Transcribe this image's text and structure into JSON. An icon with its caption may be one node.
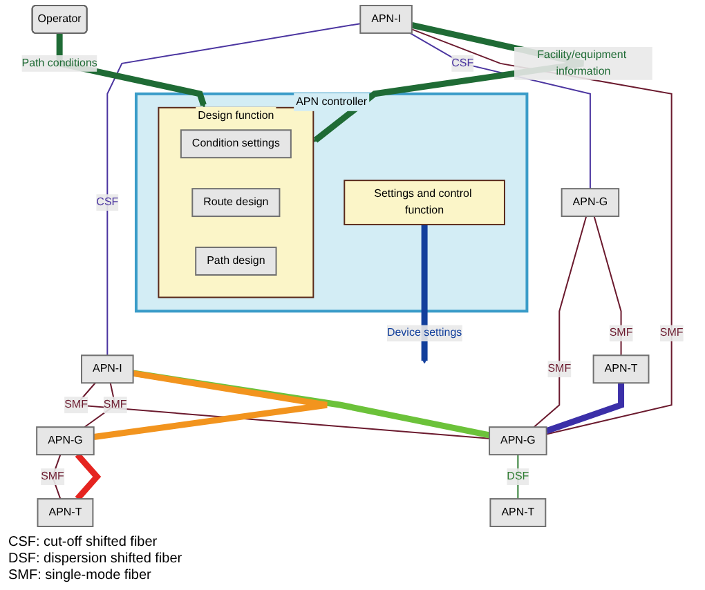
{
  "diagram": {
    "nodes": [
      {
        "text": [
          "APN controller"
        ]
      },
      {
        "text": [
          "Design function"
        ],
        "in": 0
      },
      {
        "text": [
          "Condition settings"
        ],
        "in": 1
      },
      {
        "text": [
          "Route design"
        ],
        "in": 1
      },
      {
        "text": [
          "Path design"
        ],
        "in": 1
      },
      {
        "text": [
          "Settings and control function"
        ],
        "in": 0
      },
      {
        "text": [
          "Operator"
        ]
      },
      {
        "text": [
          "APN-I"
        ]
      },
      {
        "text": [
          "APN-I"
        ]
      },
      {
        "text": [
          "APN-G"
        ]
      },
      {
        "text": [
          "APN-G"
        ]
      },
      {
        "text": [
          "APN-G"
        ]
      },
      {
        "text": [
          "APN-T"
        ]
      },
      {
        "text": [
          "APN-T"
        ]
      },
      {
        "text": [
          "APN-T"
        ]
      }
    ],
    "edges": [
      {
        "from": 6,
        "to": 1,
        "arrow": "to",
        "label": "Path conditions",
        "style": "thick",
        "color": "#1f6b35"
      },
      {
        "from": 7,
        "to": 1,
        "arrow": "to",
        "label": "Facility/equipment information",
        "style": "thick",
        "color": "#1f6b35"
      },
      {
        "from": 5,
        "to": null,
        "arrow": "to",
        "label": "Device settings",
        "style": "thick",
        "color": "#123f9c"
      },
      {
        "from": 7,
        "to": 8,
        "arrow": "none",
        "label": "CSF",
        "color": "#4b35a0"
      },
      {
        "from": 7,
        "to": 9,
        "arrow": "none",
        "label": "CSF",
        "color": "#4b35a0"
      },
      {
        "from": 7,
        "to": 10,
        "arrow": "none",
        "label": "SMF"
      },
      {
        "from": 8,
        "to": 10,
        "arrow": "none",
        "label": "SMF"
      },
      {
        "from": 8,
        "to": 11,
        "arrow": "none",
        "label": "SMF"
      },
      {
        "from": 9,
        "to": 10,
        "arrow": "none",
        "label": "SMF"
      },
      {
        "from": 9,
        "to": 12,
        "arrow": "none",
        "label": "SMF"
      },
      {
        "from": 10,
        "to": 13,
        "arrow": "none",
        "label": "DSF",
        "color": "#2f7d32"
      },
      {
        "from": 11,
        "to": 14,
        "arrow": "none",
        "label": "SMF"
      },
      {
        "from": 12,
        "to": 10,
        "arrow": "none",
        "style": "thick",
        "color": "#3b2fa8"
      },
      {
        "from": 10,
        "to": 8,
        "arrow": "none",
        "style": "thick",
        "color": "#6cc23a"
      },
      {
        "from": 8,
        "to": 11,
        "arrow": "none",
        "style": "thick",
        "color": "#f2941e"
      },
      {
        "from": 11,
        "to": 14,
        "arrow": "none",
        "style": "thick",
        "color": "#e52420"
      }
    ],
    "labels": [
      "CSF: cut-off shifted fiber",
      "DSF: dispersion shifted fiber",
      "SMF: single-mode fiber"
    ]
  }
}
